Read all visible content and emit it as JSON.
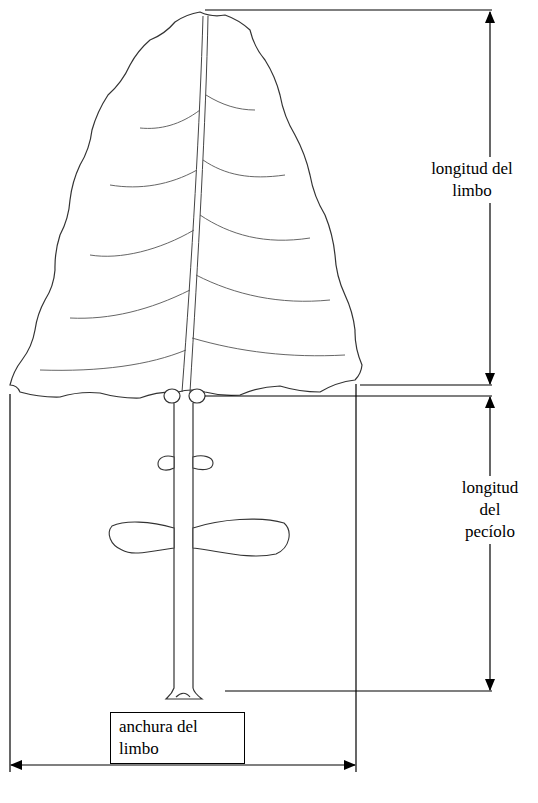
{
  "diagram": {
    "nodes": [
      {
        "text": [
          "anchura del limbo"
        ]
      }
    ],
    "labels": [
      "longitud del limbo",
      "longitud del pecíolo"
    ]
  }
}
